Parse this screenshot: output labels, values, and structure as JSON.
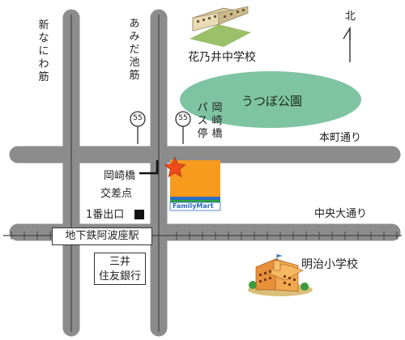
{
  "map": {
    "roads": {
      "west_street": "新なにわ筋",
      "middle_street": "あみだ池筋",
      "upper_road": "本町通り",
      "lower_road": "中央大通り",
      "route_sign_number": "55"
    },
    "landmarks": {
      "school_top": "花乃井中学校",
      "park": "うつぼ公園",
      "bus_stop": "パス停",
      "bus_stop_name": "岡崎橋",
      "intersection_line1": "岡崎橋",
      "intersection_line2": "交差点",
      "exit": "1番出口",
      "station": "地下鉄阿波座駅",
      "bank_line1": "三井",
      "bank_line2": "住友銀行",
      "school_bottom": "明治小学校",
      "store_logo": "FamilyMart"
    },
    "compass": {
      "label": "北"
    },
    "colors": {
      "road": "#8c8c8c",
      "park": "#7fc4a2",
      "store_orange": "#f79a1e",
      "store_green": "#2ea043",
      "store_blue": "#2a6cc4",
      "star": "#ee4a1c",
      "rail": "#555555"
    }
  }
}
